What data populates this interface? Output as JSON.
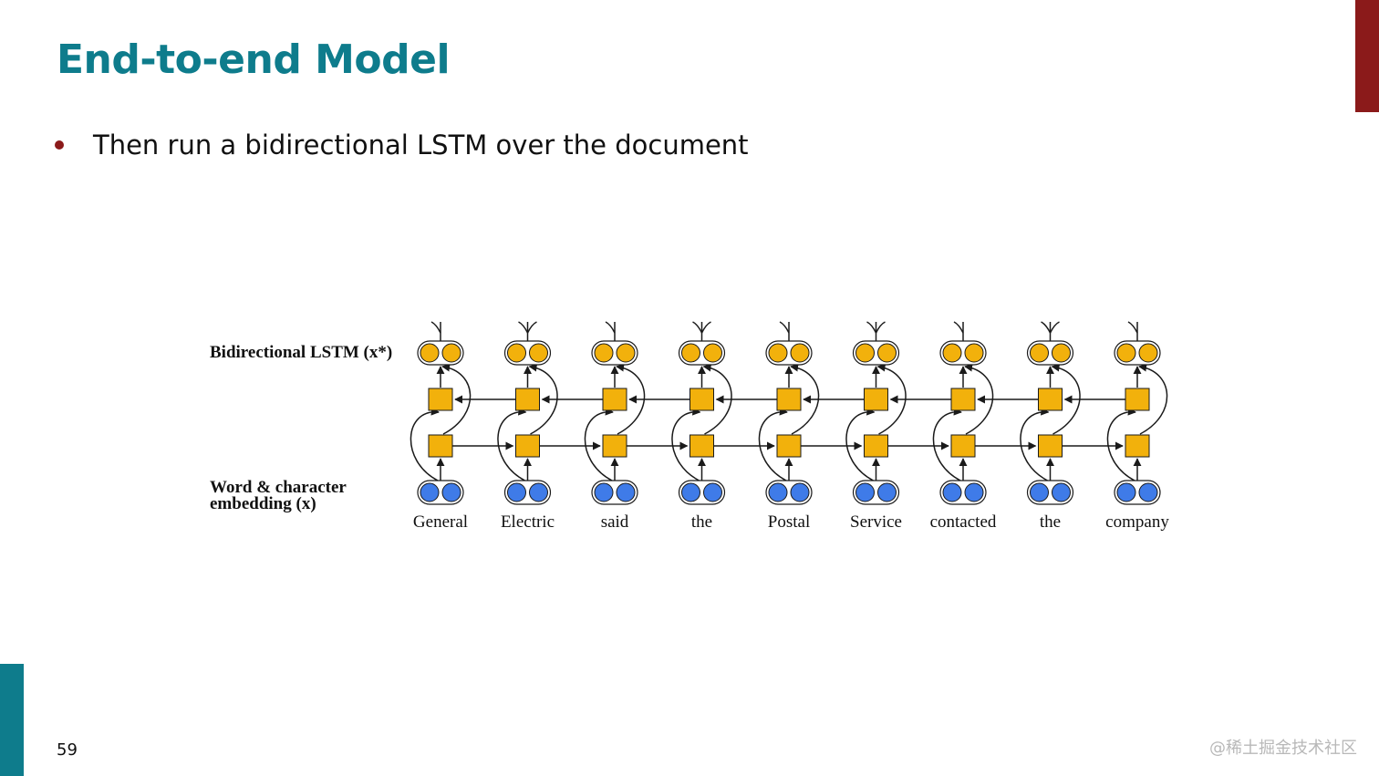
{
  "slide": {
    "title": "End-to-end Model",
    "bullet": "Then run a bidirectional LSTM over the document",
    "page_number": "59",
    "watermark": "@稀土掘金技术社区"
  },
  "diagram": {
    "top_label": "Bidirectional LSTM (x*)",
    "bottom_label_line1": "Word & character",
    "bottom_label_line2": "embedding (x)",
    "words": [
      "General",
      "Electric",
      "said",
      "the",
      "Postal",
      "Service",
      "contacted",
      "the",
      "company"
    ],
    "colors": {
      "lstm_node": "#f2b10c",
      "embedding_node": "#3f7be8",
      "stroke": "#1a1a1a"
    }
  }
}
